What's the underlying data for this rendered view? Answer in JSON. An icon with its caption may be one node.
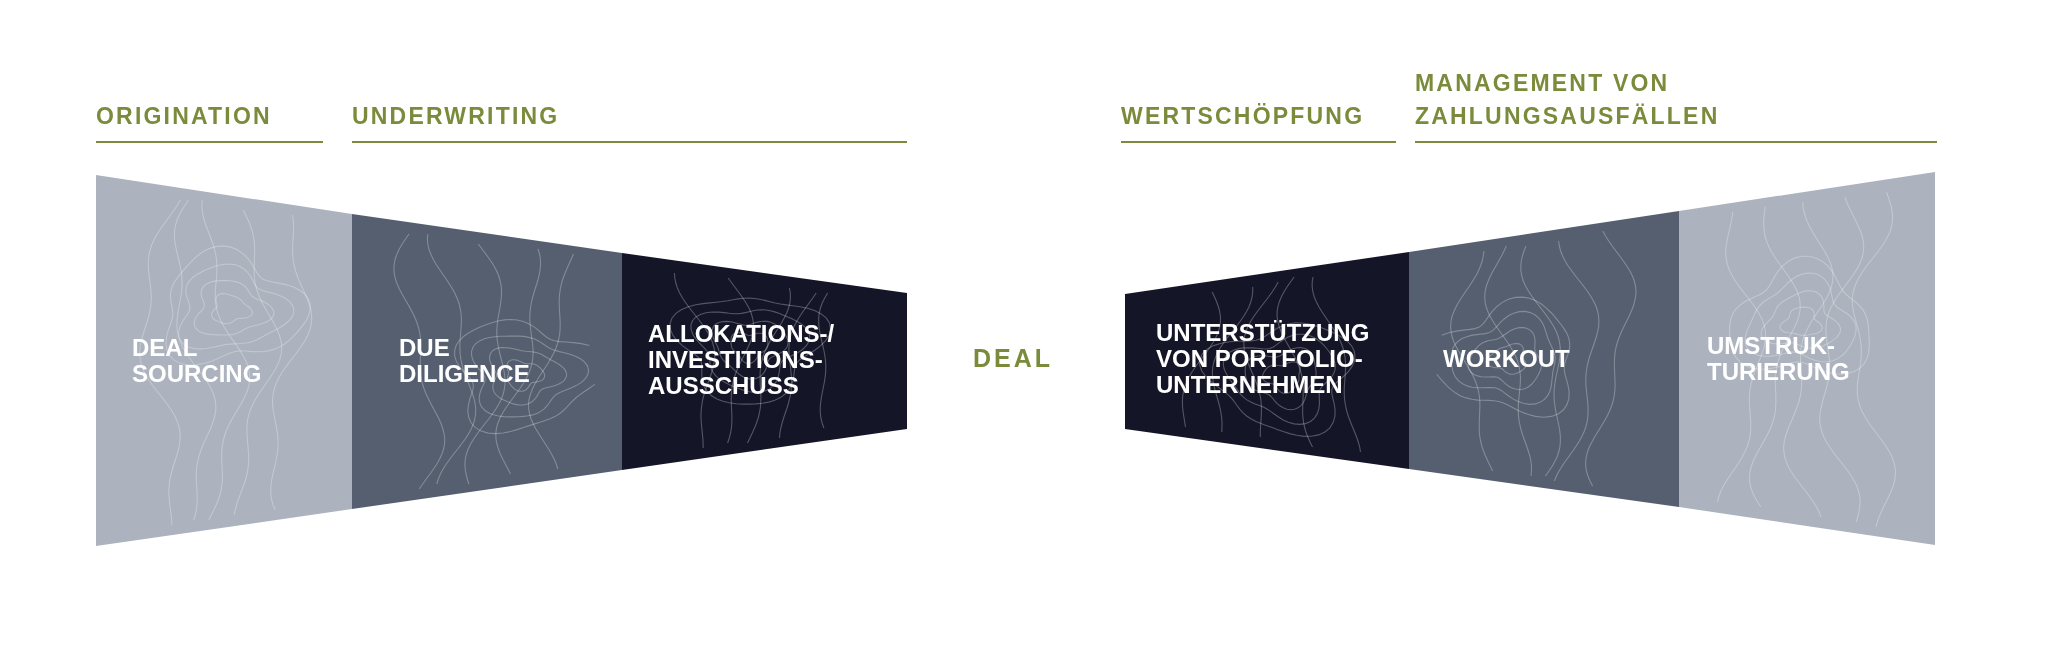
{
  "diagram": {
    "nodes": [
      {
        "text": [
          "DEAL SOURCING"
        ]
      },
      {
        "text": [
          "DUE DILIGENCE"
        ]
      },
      {
        "text": [
          "ALLOKATIONS-/ INVESTITIONS- AUSSCHUSS"
        ]
      },
      {
        "text": [
          "UNTERSTÜTZUNG VON PORTFOLIO- UNTERNEHMEN"
        ]
      },
      {
        "text": [
          "WORKOUT"
        ]
      },
      {
        "text": [
          "UMSTRUK- TURIERUNG"
        ]
      }
    ],
    "labels": [
      "ORIGINATION",
      "UNDERWRITING",
      "WERTSCHÖPFUNG",
      "MANAGEMENT VON ZAHLUNGSAUSFÄLLEN",
      "DEAL"
    ]
  }
}
